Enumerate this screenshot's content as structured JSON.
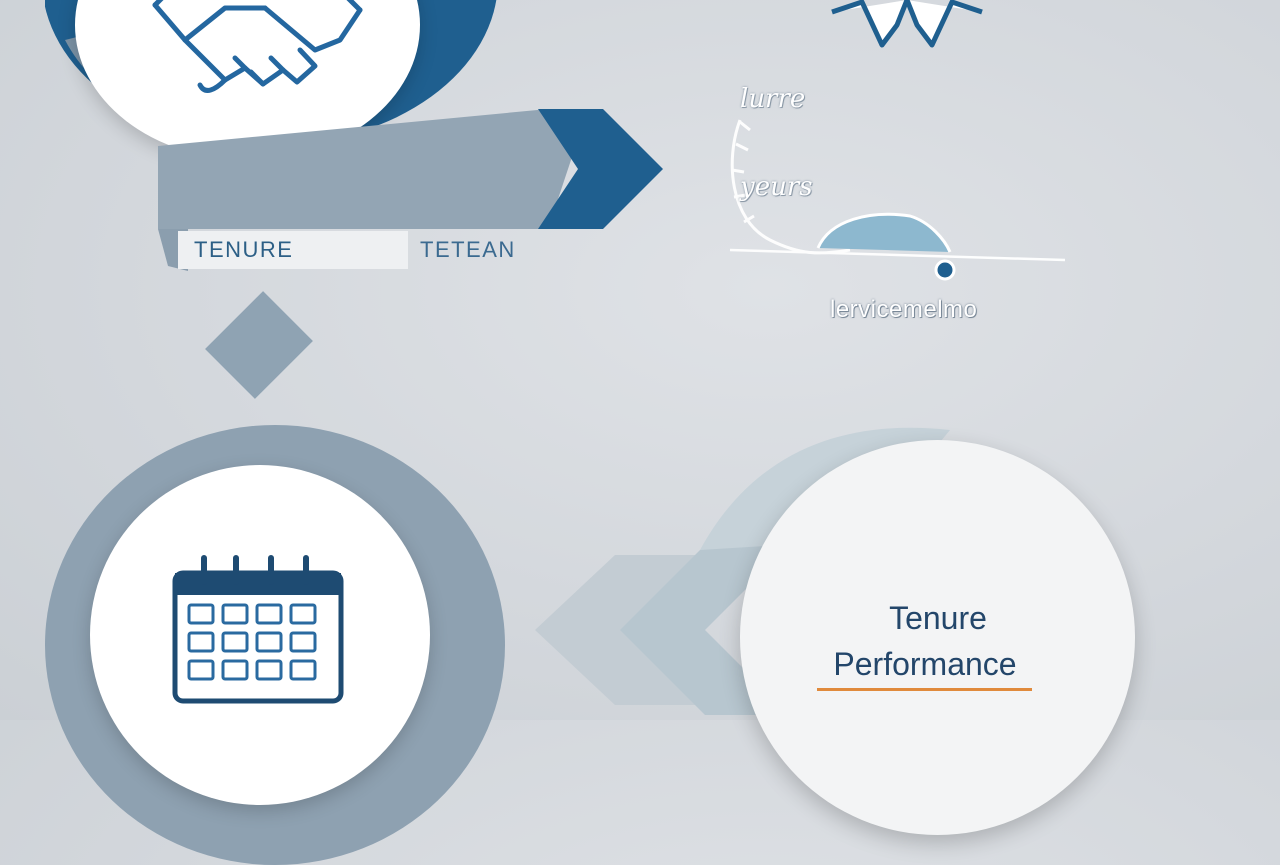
{
  "labels": {
    "tab_left": "TENURE",
    "tab_right": "TETEAN",
    "script_top": "lurre",
    "script_mid": "yeurs",
    "service": "lervicemelmo",
    "circle_line_1": "Tenure",
    "circle_line_2": "Performance"
  },
  "icons": {
    "top_circle": "handshake-icon",
    "bottom_circle": "calendar-icon",
    "top_right": "ribbon-badge-icon",
    "laurel": "laurel-wreath-icon"
  },
  "colors": {
    "navy": "#1f5f8f",
    "slate": "#8ea1b1",
    "text_blue": "#2c5f86",
    "accent_orange": "#e08a3c"
  }
}
